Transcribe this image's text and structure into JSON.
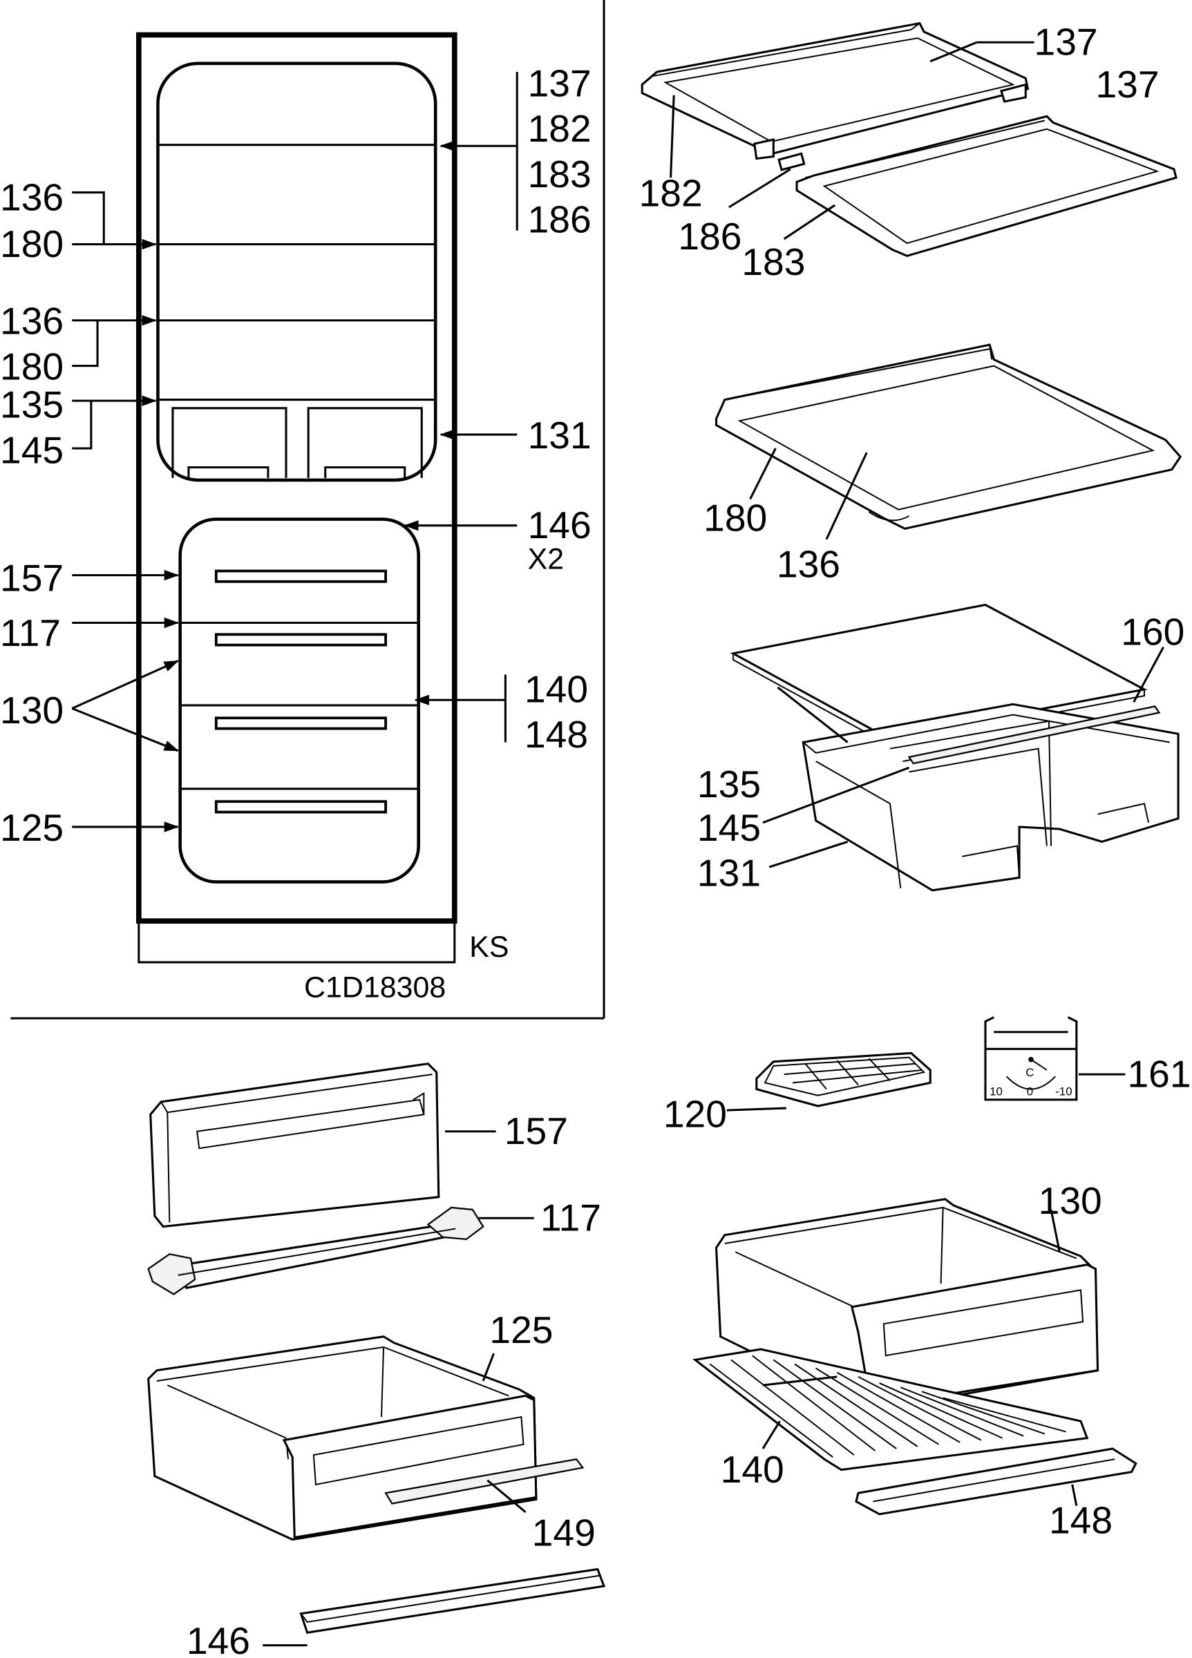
{
  "drawing_code": "C1D18308",
  "model_tag": "KS",
  "multiplier": "X2",
  "parts": {
    "p117": "117",
    "p120": "120",
    "p125": "125",
    "p130": "130",
    "p131": "131",
    "p135": "135",
    "p136": "136",
    "p137": "137",
    "p140": "140",
    "p145": "145",
    "p146": "146",
    "p148": "148",
    "p149": "149",
    "p157": "157",
    "p160": "160",
    "p161": "161",
    "p180": "180",
    "p182": "182",
    "p183": "183",
    "p186": "186"
  },
  "thermometer": {
    "unit": "C",
    "scale_left": "10",
    "scale_mid": "0",
    "scale_right": "-10"
  }
}
